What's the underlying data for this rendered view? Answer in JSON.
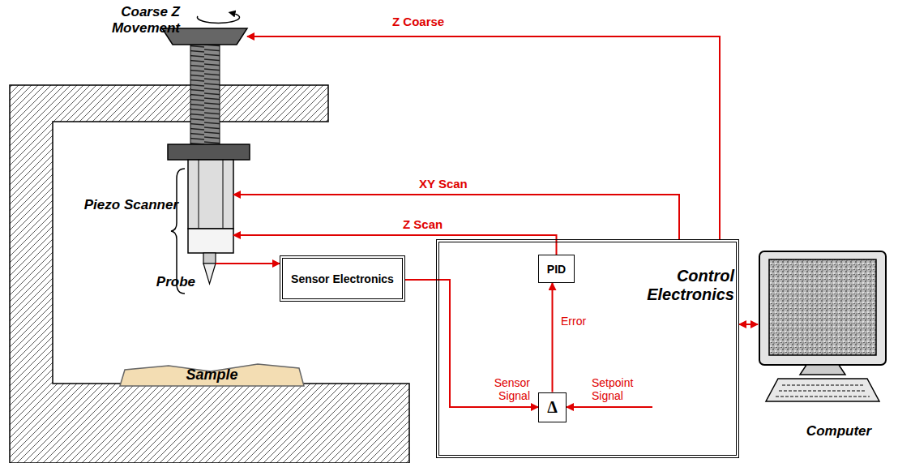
{
  "diagram": {
    "nodes": [
      {
        "text": [
          "Coarse Z Movement"
        ]
      },
      {
        "text": [
          "Piezo Scanner"
        ]
      },
      {
        "text": [
          "Probe"
        ]
      },
      {
        "text": [
          "Sample"
        ]
      },
      {
        "text": [
          "Sensor Electronics"
        ]
      },
      {
        "text": [
          "Control Electronics"
        ]
      },
      {
        "text": [
          "PID"
        ],
        "in": 5
      },
      {
        "text": [
          "Δ"
        ],
        "in": 5
      },
      {
        "text": [
          "Computer"
        ]
      }
    ],
    "edges": [
      {
        "from": 5,
        "to": 0,
        "arrow": "to",
        "label": "Z Coarse"
      },
      {
        "from": 5,
        "to": 1,
        "arrow": "to",
        "label": "XY Scan"
      },
      {
        "from": 6,
        "to": 1,
        "arrow": "to",
        "label": "Z Scan"
      },
      {
        "from": 2,
        "to": 4,
        "arrow": "to"
      },
      {
        "from": 4,
        "to": 7,
        "arrow": "to",
        "label": "Sensor Signal"
      },
      {
        "from": 5,
        "to": 7,
        "arrow": "to",
        "label": "Setpoint Signal"
      },
      {
        "from": 7,
        "to": 6,
        "arrow": "to",
        "label": "Error"
      },
      {
        "from": 5,
        "to": 8,
        "arrow": "both"
      }
    ]
  }
}
